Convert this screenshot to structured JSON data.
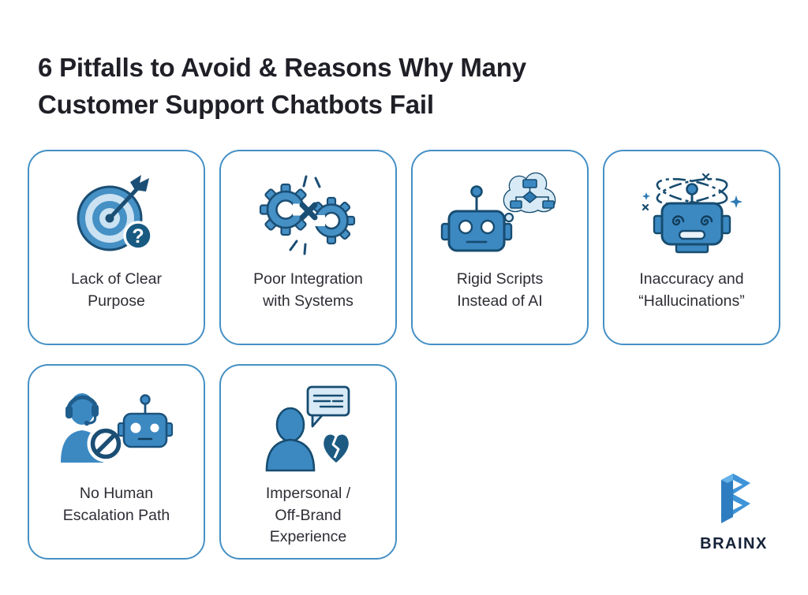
{
  "header": {
    "title_line1": "6 Pitfalls to Avoid & Reasons Why Many",
    "title_line2": "Customer Support Chatbots Fail"
  },
  "cards": [
    {
      "id": "lack-of-clear-purpose",
      "icon": "target-dart-question-icon",
      "label": "Lack of Clear Purpose",
      "lines": [
        "Lack of Clear",
        "Purpose"
      ]
    },
    {
      "id": "poor-integration-with-systems",
      "icon": "broken-gears-icon",
      "label": "Poor Integration with Systems",
      "lines": [
        "Poor Integration",
        "with Systems"
      ]
    },
    {
      "id": "rigid-scripts-instead-of-ai",
      "icon": "robot-flowchart-thought-icon",
      "label": "Rigid Scripts Instead of AI",
      "lines": [
        "Rigid Scripts",
        "Instead of AI"
      ]
    },
    {
      "id": "inaccuracy-and-hallucinations",
      "icon": "dizzy-robot-icon",
      "label": "Inaccuracy and “Hallucinations”",
      "lines": [
        "Inaccuracy and",
        "“Hallucinations”"
      ]
    },
    {
      "id": "no-human-escalation-path",
      "icon": "agent-blocked-robot-icon",
      "label": "No Human Escalation Path",
      "lines": [
        "No Human",
        "Escalation Path"
      ]
    },
    {
      "id": "impersonal-off-brand-experience",
      "icon": "person-chat-broken-heart-icon",
      "label": "Impersonal / Off-Brand Experience",
      "lines": [
        "Impersonal /",
        "Off-Brand",
        "Experience"
      ]
    }
  ],
  "branding": {
    "logo_text": "BRAINX"
  },
  "colors": {
    "card_border": "#4590c5",
    "icon_blue": "#3c89c2",
    "icon_dark": "#1b4e74",
    "icon_light": "#d8eaf6",
    "badge_dark": "#195a82",
    "title_text": "#1f1f27",
    "label_text": "#2d2d35",
    "brand_navy": "#152238",
    "brand_blue": "#3f94d8"
  }
}
